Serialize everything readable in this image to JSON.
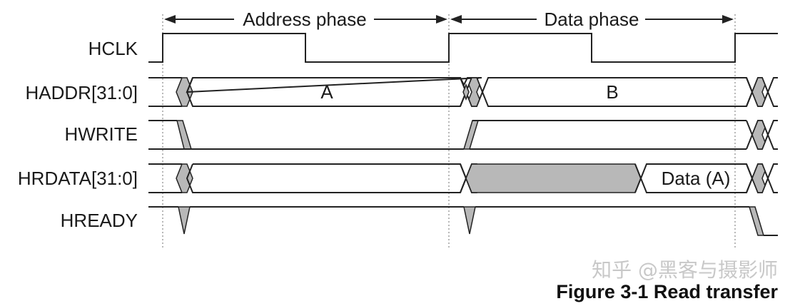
{
  "phases": {
    "address": "Address phase",
    "data": "Data phase"
  },
  "signals": [
    {
      "id": "hclk",
      "label": "HCLK"
    },
    {
      "id": "haddr",
      "label": "HADDR[31:0]"
    },
    {
      "id": "hwrite",
      "label": "HWRITE"
    },
    {
      "id": "hrdata",
      "label": "HRDATA[31:0]"
    },
    {
      "id": "hready",
      "label": "HREADY"
    }
  ],
  "bus_values": {
    "haddr_a": "A",
    "haddr_b": "B",
    "hrdata_a": "Data (A)"
  },
  "caption": "Figure 3-1 Read transfer",
  "watermark": "知乎 @黑客与摄影师"
}
